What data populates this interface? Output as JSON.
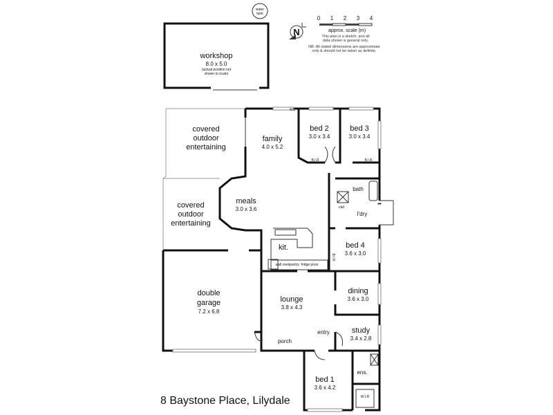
{
  "address": "8 Baystone Place, Lilydale",
  "legend": {
    "scale_ticks": [
      "0",
      "1",
      "2",
      "3",
      "4"
    ],
    "scale_label": "approx. scale (m)",
    "note1a": "This plan is a sketch, and all",
    "note1b": "data shown is general only.",
    "note2a": "NB: All stated dimensions are approximate",
    "note2b": "only & should not be taken as definite.",
    "north": "N"
  },
  "outbuildings": {
    "water_tank_a": "water",
    "water_tank_b": "tank",
    "workshop": {
      "name": "workshop",
      "dims": "8.0 x 5.0",
      "note_a": "(actual position not",
      "note_b": "shown to scale)"
    }
  },
  "rooms": {
    "covered1": {
      "a": "covered",
      "b": "outdoor",
      "c": "entertaining"
    },
    "covered2": {
      "a": "covered",
      "b": "outdoor",
      "c": "entertaining"
    },
    "family": {
      "name": "family",
      "dims": "4.0 x 5.2"
    },
    "bed2": {
      "name": "bed 2",
      "dims": "3.0 x 3.4"
    },
    "bed3": {
      "name": "bed 3",
      "dims": "3.0 x 3.4"
    },
    "meals": {
      "name": "meals",
      "dims": "3.0 x 3.6"
    },
    "kit": {
      "name": "kit."
    },
    "bed4": {
      "name": "bed 4",
      "dims": "3.6 x 3.0"
    },
    "garage": {
      "name": "double",
      "name2": "garage",
      "dims": "7.2 x 6.8"
    },
    "lounge": {
      "name": "lounge",
      "dims": "3.8 x 4.3"
    },
    "dining": {
      "name": "dining",
      "dims": "3.6 x 3.0"
    },
    "study": {
      "name": "study",
      "dims": "3.4 x 2.8"
    },
    "entry": {
      "name": "entry"
    },
    "porch": {
      "name": "porch"
    },
    "bed1": {
      "name": "bed 1",
      "dims": "3.6 x 4.2"
    },
    "bath": {
      "name": "bath"
    },
    "ldry": {
      "name": "l'dry"
    },
    "ens": {
      "name": "ens."
    }
  },
  "fixtures": {
    "bir": "B.I.R",
    "wir": "W.I.R",
    "ac": "A/C",
    "cbd": "cbd",
    "wall_oven": "wall oven",
    "pantry": "pantry",
    "fridge": "fridge posn"
  }
}
